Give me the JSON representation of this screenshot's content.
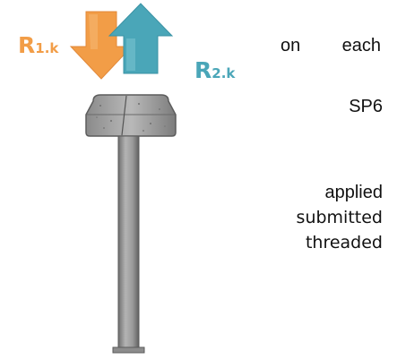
{
  "diagram": {
    "labels": {
      "r1": {
        "main": "R",
        "sub": "1.k"
      },
      "r2": {
        "main": "R",
        "sub": "2.k"
      }
    },
    "text_fragments": {
      "line1_word1": "on",
      "line1_word2": "each",
      "line2": "SP6",
      "line3": "applied",
      "line4": "submitted",
      "line5": "threaded"
    },
    "colors": {
      "r1_arrow": "#f29d47",
      "r2_arrow": "#4aa6b8",
      "post": "#8f8f8f",
      "cap": "#9c9c9c"
    },
    "icons": {
      "r1_arrow": "arrow-down-icon",
      "r2_arrow": "arrow-up-icon"
    }
  }
}
